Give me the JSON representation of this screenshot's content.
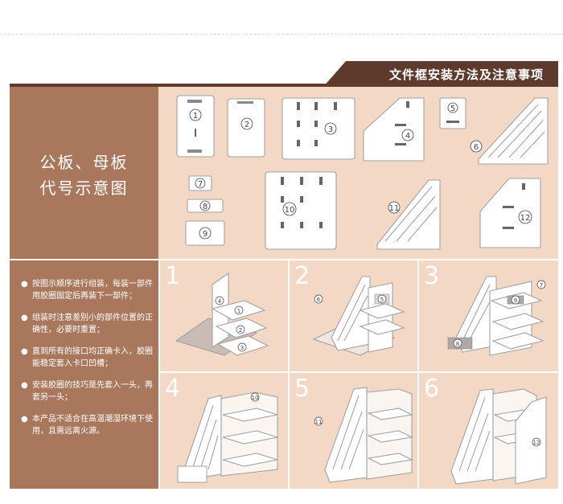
{
  "header": {
    "title": "文件框安装方法及注意事项"
  },
  "left_panel": {
    "title_line1": "公板、母板",
    "title_line2": "代号示意图"
  },
  "notes": [
    "按图示顺序进行组装，每装一部件用胶圈固定后再装下一部件；",
    "组装时注意差别小的部件位置的正确性，必要时重置；",
    "直到所有的接口均正确卡入，胶圈能稳定套入卡口凹槽；",
    "安装胶圈的技巧是先套入一头，再套另一头；",
    "本产品不适合在高温潮湿环境下使用，且需远离火源。"
  ],
  "parts": [
    "1",
    "2",
    "3",
    "4",
    "5",
    "6",
    "7",
    "8",
    "9",
    "10",
    "11",
    "12"
  ],
  "steps": [
    "1",
    "2",
    "3",
    "4",
    "5",
    "6"
  ],
  "step_labels": {
    "s1": [
      "4",
      "1",
      "2",
      "3"
    ],
    "s2": [
      "6",
      "5"
    ],
    "s3": [
      "9",
      "7",
      "8"
    ],
    "s4": [
      "10"
    ],
    "s5": [
      "11"
    ],
    "s6": [
      "12"
    ]
  },
  "colors": {
    "brown_dark": "#5e3a2c",
    "brown_panel": "#a9785c",
    "peach_panel": "#f3d8c5"
  }
}
